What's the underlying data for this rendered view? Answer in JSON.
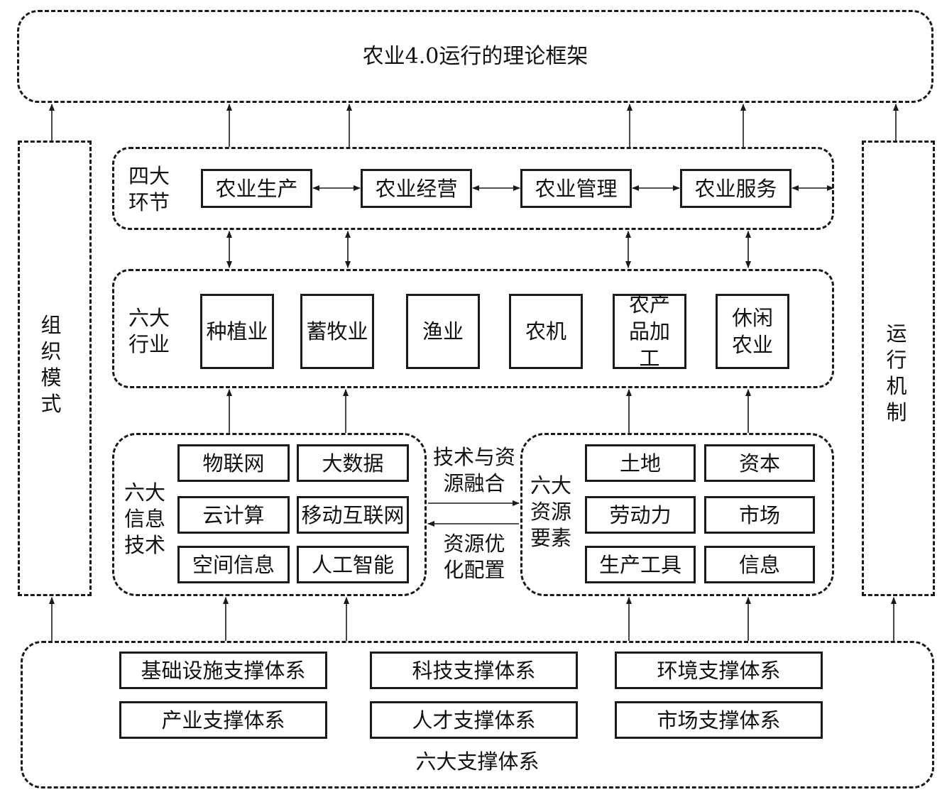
{
  "title": "农业4.0运行的理论框架",
  "left_pillar": "组织模式",
  "right_pillar": "运行机制",
  "four_links": {
    "label": "四大环节",
    "items": [
      "农业生产",
      "农业经营",
      "农业管理",
      "农业服务"
    ]
  },
  "six_industries": {
    "label": "六大行业",
    "items": [
      "种植业",
      "蓄牧业",
      "渔业",
      "农机",
      "农产品加工",
      "休闲农业"
    ]
  },
  "six_info_tech": {
    "label": "六大信息技术",
    "items": [
      "物联网",
      "大数据",
      "云计算",
      "移动互联网",
      "空间信息",
      "人工智能"
    ]
  },
  "six_resources": {
    "label": "六大资源要素",
    "items": [
      "土地",
      "资本",
      "劳动力",
      "市场",
      "生产工具",
      "信息"
    ]
  },
  "fusion_top": "技术与资源融合",
  "fusion_bottom": "资源优化配置",
  "six_support": {
    "label": "六大支撑体系",
    "items": [
      "基础设施支撑体系",
      "科技支撑体系",
      "环境支撑体系",
      "产业支撑体系",
      "人才支撑体系",
      "市场支撑体系"
    ]
  }
}
